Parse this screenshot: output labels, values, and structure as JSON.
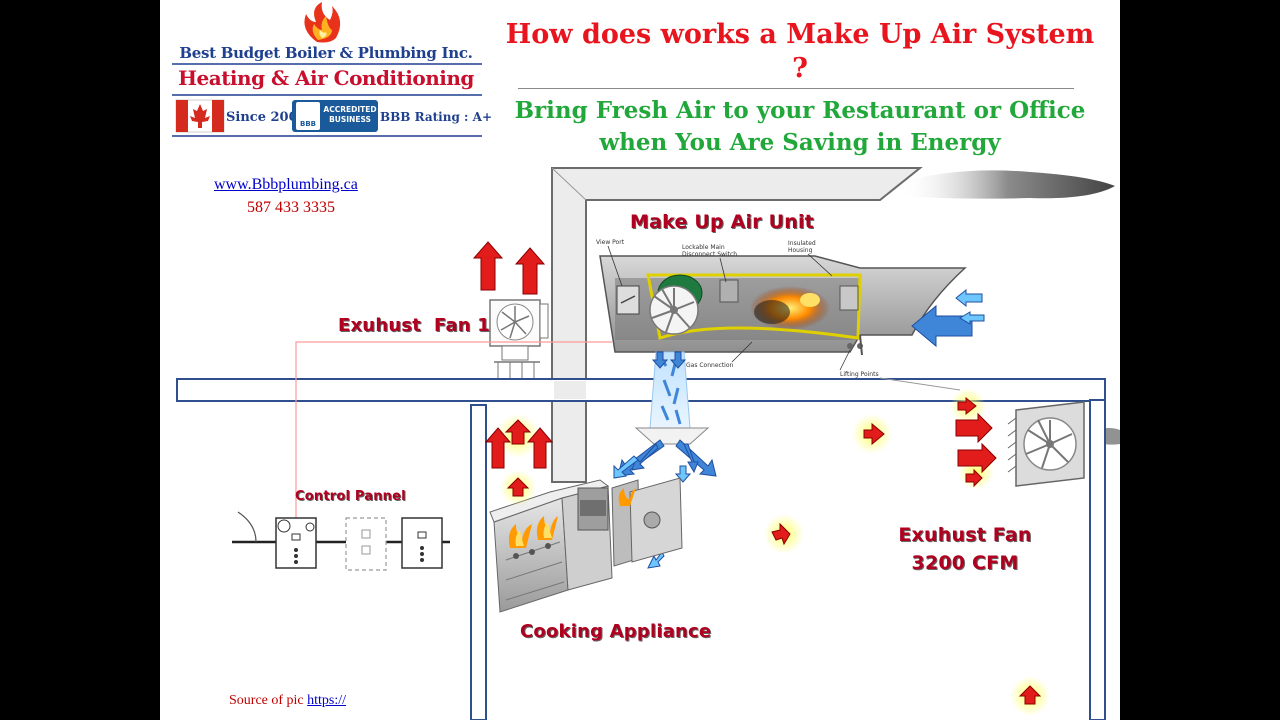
{
  "logo": {
    "company": "Best Budget Boiler & Plumbing Inc.",
    "service": "Heating & Air Conditioning",
    "since": "Since 2009",
    "bbb_badge_line1": "ACCREDITED",
    "bbb_badge_line2": "BUSINESS",
    "bbb_mark": "BBB",
    "bbb_rating": "BBB Rating : A+",
    "flag_icon": "canada-flag-icon",
    "flame_icon": "flame-icon"
  },
  "title": "How does works a Make Up Air System ?",
  "subtitle": "Bring Fresh Air to your Restaurant or Office when You Are Saving in Energy",
  "contact": {
    "website": "www.Bbbplumbing.ca",
    "phone": "587 433 3335"
  },
  "source": {
    "label": "Source of pic",
    "link": "https://"
  },
  "diagram": {
    "make_up_air_unit": "Make Up Air Unit",
    "exhaust_fan_1": "Exuhust  Fan 1",
    "control_panel": "Control Pannel",
    "cooking_appliance": "Cooking Appliance",
    "exhaust_fan_main_line1": "Exuhust Fan",
    "exhaust_fan_main_line2": "3200 CFM",
    "callouts": {
      "view_port": "View Port",
      "disconnect_line1": "Lockable Main",
      "disconnect_line2": "Disconnect Switch",
      "housing_line1": "Insulated",
      "housing_line2": "Housing",
      "gas_connection": "Gas Connection",
      "lifting_points": "Lifting Points"
    }
  },
  "colors": {
    "title_red": "#e8141e",
    "subtitle_green": "#22a83a",
    "brand_blue": "#1f3f8f",
    "warm_arrow": "#e21b1b",
    "cool_arrow": "#3f86d9",
    "wall_blue": "#2f4f8f"
  }
}
